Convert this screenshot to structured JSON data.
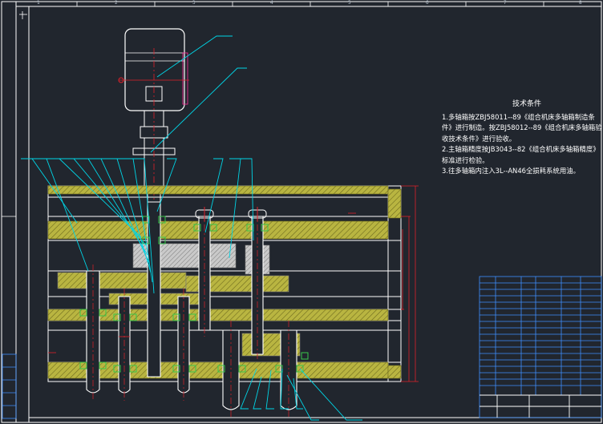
{
  "technical_notes": {
    "title": "技术条件",
    "items": [
      "1.多轴箱按ZBJ58011--89《组合机床多轴箱制造条件》进行制造。按ZBJ58012--89《组合机床多轴箱验收技术条件》进行验收。",
      "2.主轴箱精度按JB3043--82《组合机床多轴箱精度》标准进行检验。",
      "3.往多轴箱内注入3L--AN46全损耗系统用油。"
    ]
  },
  "zone_labels": [
    "1",
    "2",
    "3",
    "4",
    "5",
    "6",
    "7",
    "8"
  ],
  "colors": {
    "background": "#21262e",
    "frame": "#ffffff",
    "leader": "#00d5e6",
    "shaft_outline": "#ff2e9a",
    "housing_fill": "#b9b541",
    "gear_fill": "#c9c9c9",
    "dimension": "#e0202a",
    "bearing": "#39c84a",
    "title_block": "#3f8fff"
  }
}
